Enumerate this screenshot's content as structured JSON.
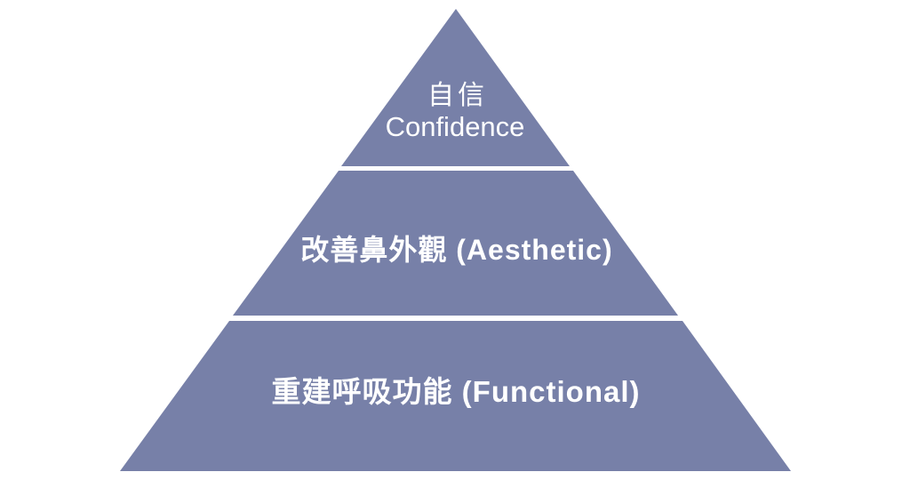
{
  "diagram": {
    "type": "pyramid",
    "background_color": "#ffffff",
    "tier_fill_color": "#7780a8",
    "text_color": "#ffffff",
    "tiers": [
      {
        "level": 1,
        "position": "top",
        "label_zh": "自信",
        "label_en": "Confidence"
      },
      {
        "level": 2,
        "position": "middle",
        "label": "改善鼻外觀 (Aesthetic)"
      },
      {
        "level": 3,
        "position": "bottom",
        "label": "重建呼吸功能 (Functional)"
      }
    ]
  }
}
